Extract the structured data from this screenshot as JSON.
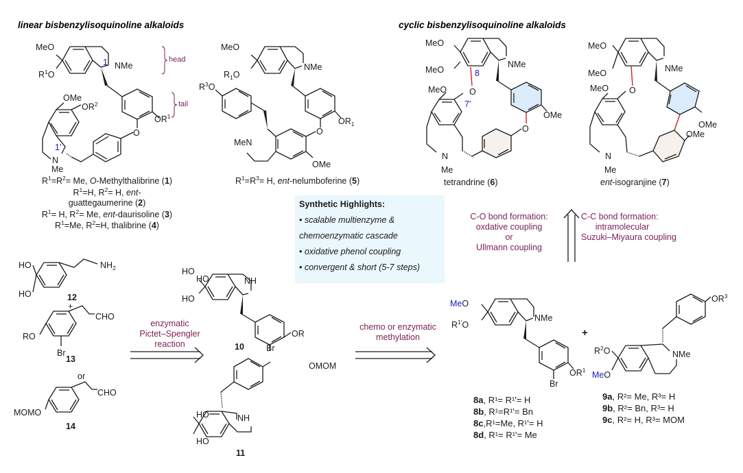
{
  "sections": {
    "linear_title": "linear bisbenzylisoquinoline alkaloids",
    "cyclic_title": "cyclic bisbenzylisoquinoline alkaloids"
  },
  "annotations": {
    "head": "head",
    "tail": "tail",
    "pos_1": "1",
    "pos_1p": "1'",
    "pos_8": "8",
    "pos_7p": "7'"
  },
  "compounds": {
    "c1_4": [
      {
        "r": "R¹=R²= Me, ",
        "name_it": "O",
        "name": "-Methylthalibrine",
        "num": "1"
      },
      {
        "r": "R¹=H, R²= H, ",
        "name_it": "ent-",
        "name": "guattegaumerine",
        "num": "2"
      },
      {
        "r": "R¹= H, R²= Me, ",
        "name_it": "ent",
        "name": "-daurisoline",
        "num": "3"
      },
      {
        "r": "R¹=Me, R²=H, ",
        "name_it": "",
        "name": "thalibrine",
        "num": "4"
      }
    ],
    "c5": {
      "r": "R¹=R³= H, ",
      "name_it": "ent",
      "name": "-nelumboferine",
      "num": "5"
    },
    "c6": {
      "name": "tetrandrine",
      "num": "6"
    },
    "c7": {
      "name_it": "ent",
      "name": "-isogranjine",
      "num": "7"
    },
    "c10": "10",
    "c11": "11",
    "c12": "12",
    "c13": "13",
    "c14": "14",
    "or_label": "or",
    "plus": "+"
  },
  "highlights": {
    "title": "Synthetic Highlights:",
    "items": [
      "• scalable multienzyme &",
      "chemoenzymatic cascade",
      "• oxidative phenol coupling",
      "• convergent & short (5-7 steps)"
    ]
  },
  "reactions": {
    "pictet": [
      "enzymatic",
      "Pictet–Spengler",
      "reaction"
    ],
    "methylation": [
      "chemo or enzymatic",
      "methylation"
    ],
    "co_bond": [
      "C-O bond formation:",
      "oxdative coupling",
      "or",
      "Ullmann coupling"
    ],
    "cc_bond": [
      "C-C bond formation:",
      "intramolecular",
      "Suzuki–Miyaura coupling"
    ]
  },
  "variants_8": [
    {
      "id": "8a",
      "text": ", R¹= R¹'= H"
    },
    {
      "id": "8b",
      "text": ", R¹=R¹'= Bn"
    },
    {
      "id": "8c",
      "text": ",R¹=Me, R¹'= H"
    },
    {
      "id": "8d",
      "text": ", R¹= R¹'= Me"
    }
  ],
  "variants_9": [
    {
      "id": "9a",
      "text": ", R²= Me, R³= H"
    },
    {
      "id": "9b",
      "text": ", R²= Bn, R³= H"
    },
    {
      "id": "9c",
      "text": ", R²= H, R³= MOM"
    }
  ],
  "atoms": {
    "MeO": "MeO",
    "OMe": "OMe",
    "NMe": "NMe",
    "Me": "Me",
    "NH": "NH",
    "HO": "HO",
    "RO": "RO",
    "OR": "OR",
    "Br": "Br",
    "CHO": "CHO",
    "MOMO": "MOMO",
    "OMOM": "OMOM",
    "O": "O",
    "N": "N",
    "R1O": "R¹O",
    "R1sO": "R₁O",
    "OR1": "OR¹",
    "OR1s": "OR₁",
    "OR2": "OR²",
    "R3O": "R³O",
    "OR3": "OR³",
    "R2O": "R²O",
    "R1pO": "R¹'O",
    "NH2": "NH₂"
  },
  "colors": {
    "purple": "#7a1f55",
    "blue_label": "#1a1ab8",
    "red_bond": "#d42020",
    "highlight_bg": "#eaf7fc",
    "ring_blue": "#dcebfb",
    "ring_beige": "#f6f1ec"
  }
}
